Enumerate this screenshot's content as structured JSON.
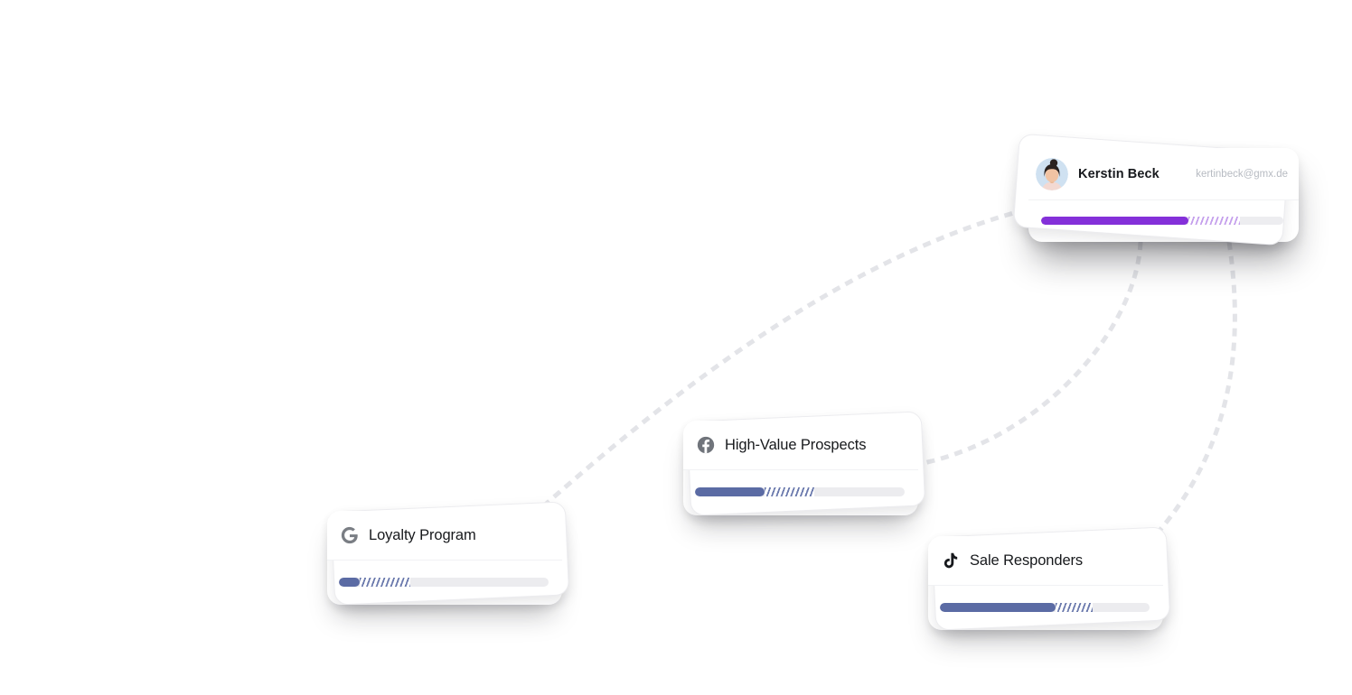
{
  "canvas": {
    "background": "#ffffff"
  },
  "connectors": {
    "color": "#e3e4e8",
    "style": "dashed"
  },
  "contact_card": {
    "name": "Kerstin Beck",
    "email": "kertinbeck@gmx.de",
    "avatar": "woman-portrait-avatar",
    "progress": {
      "solid_pct": 61,
      "hatch_pct": 21,
      "solid_color": "#8430d9",
      "hatch_color": "#c5a0ec",
      "track_color": "#ededf0"
    }
  },
  "audience_cards": [
    {
      "title": "Loyalty Program",
      "icon": "google-icon",
      "progress": {
        "solid_pct": 10,
        "hatch_pct": 24,
        "solid_color": "#5b6ba4",
        "hatch_color": "#6b7aad",
        "track_color": "#ececef"
      }
    },
    {
      "title": "High-Value Prospects",
      "icon": "facebook-icon",
      "progress": {
        "solid_pct": 33,
        "hatch_pct": 24,
        "solid_color": "#5b6ba4",
        "hatch_color": "#6b7aad",
        "track_color": "#ececef"
      }
    },
    {
      "title": "Sale Responders",
      "icon": "tiktok-icon",
      "progress": {
        "solid_pct": 55,
        "hatch_pct": 18,
        "solid_color": "#5b6ba4",
        "hatch_color": "#6b7aad",
        "track_color": "#ececef"
      }
    }
  ],
  "icon_colors": {
    "facebook_circle": "#70747b",
    "google_g": "#7a7e84",
    "tiktok_note": "#17191d"
  }
}
